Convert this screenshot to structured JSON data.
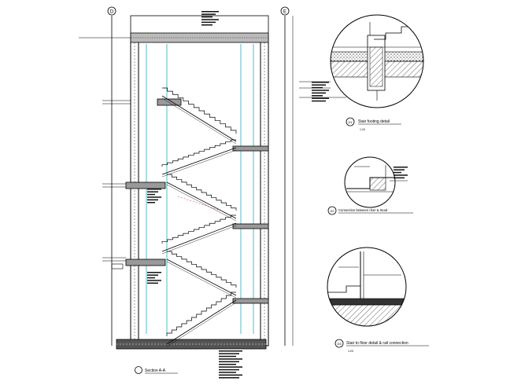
{
  "section": {
    "grid_left": "D",
    "grid_right": "E",
    "title": "Section A-A"
  },
  "details": [
    {
      "tag": "D1",
      "title": "Stair footing detail",
      "scale": "1:20"
    },
    {
      "tag": "D2",
      "title": "Connection between riser & tread",
      "scale": ""
    },
    {
      "tag": "D3",
      "title": "Stair to floor detail & rail connection",
      "scale": "1:20"
    }
  ],
  "colors": {
    "line": "#000000",
    "guide": "#0aa3b0",
    "accent": "#c03030"
  }
}
